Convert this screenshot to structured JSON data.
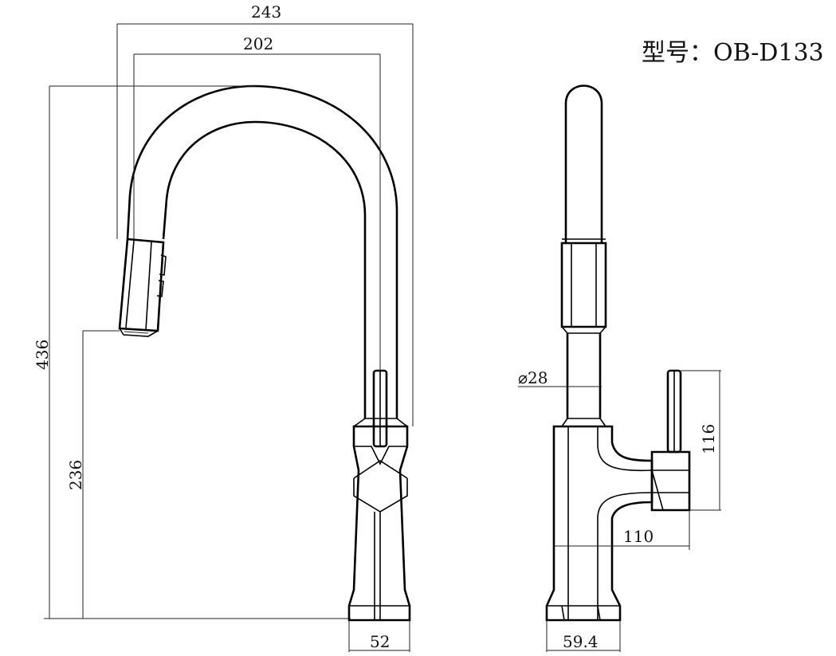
{
  "model_label": "型号：OB-D133",
  "dimensions": {
    "width_overall": "243",
    "spout_reach": "202",
    "height_overall": "436",
    "spout_height": "236",
    "base_width_front": "52",
    "pipe_diameter": "⌀28",
    "handle_height": "116",
    "handle_reach": "110",
    "base_width_side": "59.4"
  },
  "views": [
    "front-view",
    "side-view"
  ]
}
